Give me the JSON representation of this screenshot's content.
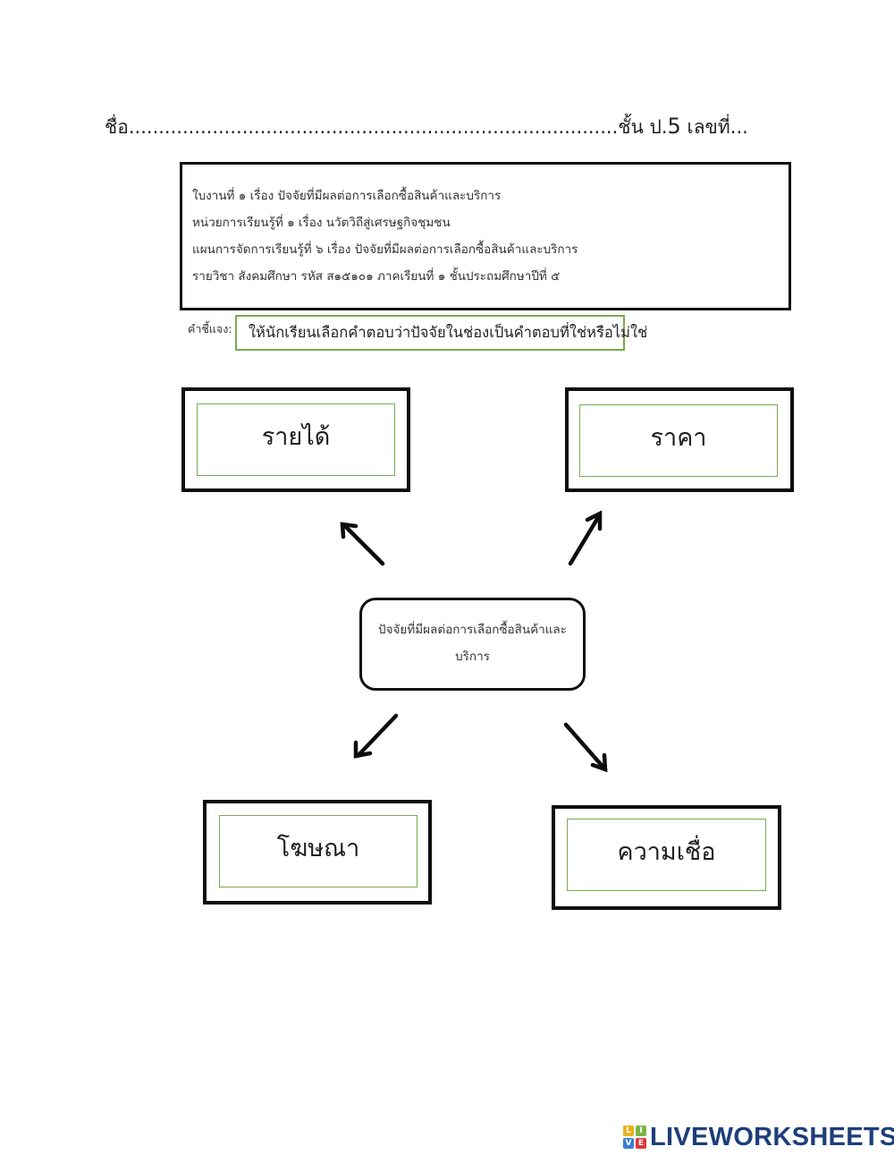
{
  "student_line": {
    "name_label": "ชื่อ",
    "name_dots": "..................................................................................",
    "class_label": "ชั้น ป.",
    "class_number": "5",
    "number_label": "เลขที่",
    "number_dots": "......................"
  },
  "header": {
    "lines": [
      "ใบงานที่ ๑ เรื่อง  ปัจจัยที่มีผลต่อการเลือกซื้อสินค้าและบริการ",
      "หน่วยการเรียนรู้ที่ ๑ เรื่อง  นวัตวิถีสู่เศรษฐกิจชุมชน",
      "แผนการจัดการเรียนรู้ที่ ๖ เรื่อง  ปัจจัยที่มีผลต่อการเลือกซื้อสินค้าและบริการ",
      "รายวิชา สังคมศึกษา     รหัส ส๑๕๑๐๑    ภาคเรียนที่ ๑ ชั้นประถมศึกษาปีที่ ๕"
    ]
  },
  "instruction": {
    "label": "คำชี้แจง:",
    "text": "ให้นักเรียนเลือกคำตอบว่าปัจจัยในช่องเป็นคำตอบที่ใช่หรือไม่ใช่"
  },
  "center": {
    "line1": "ปัจจัยที่มีผลต่อการเลือกซื้อสินค้าและ",
    "line2": "บริการ"
  },
  "boxes": [
    {
      "position": "top-left",
      "label": "รายได้"
    },
    {
      "position": "top-right",
      "label": "ราคา"
    },
    {
      "position": "bottom-left",
      "label": "โฆษณา"
    },
    {
      "position": "bottom-right",
      "label": "ความเชื่อ"
    }
  ],
  "colors": {
    "frame_border": "#111111",
    "answer_border": "#7aaa52",
    "logo_text": "#1d3e7a",
    "logo_tiles": [
      "#e8b21a",
      "#7ab648",
      "#3a7fd5",
      "#e0343a"
    ]
  },
  "logo": {
    "tiles": [
      "L",
      "I",
      "V",
      "E"
    ],
    "text": "LIVEWORKSHEETS"
  }
}
